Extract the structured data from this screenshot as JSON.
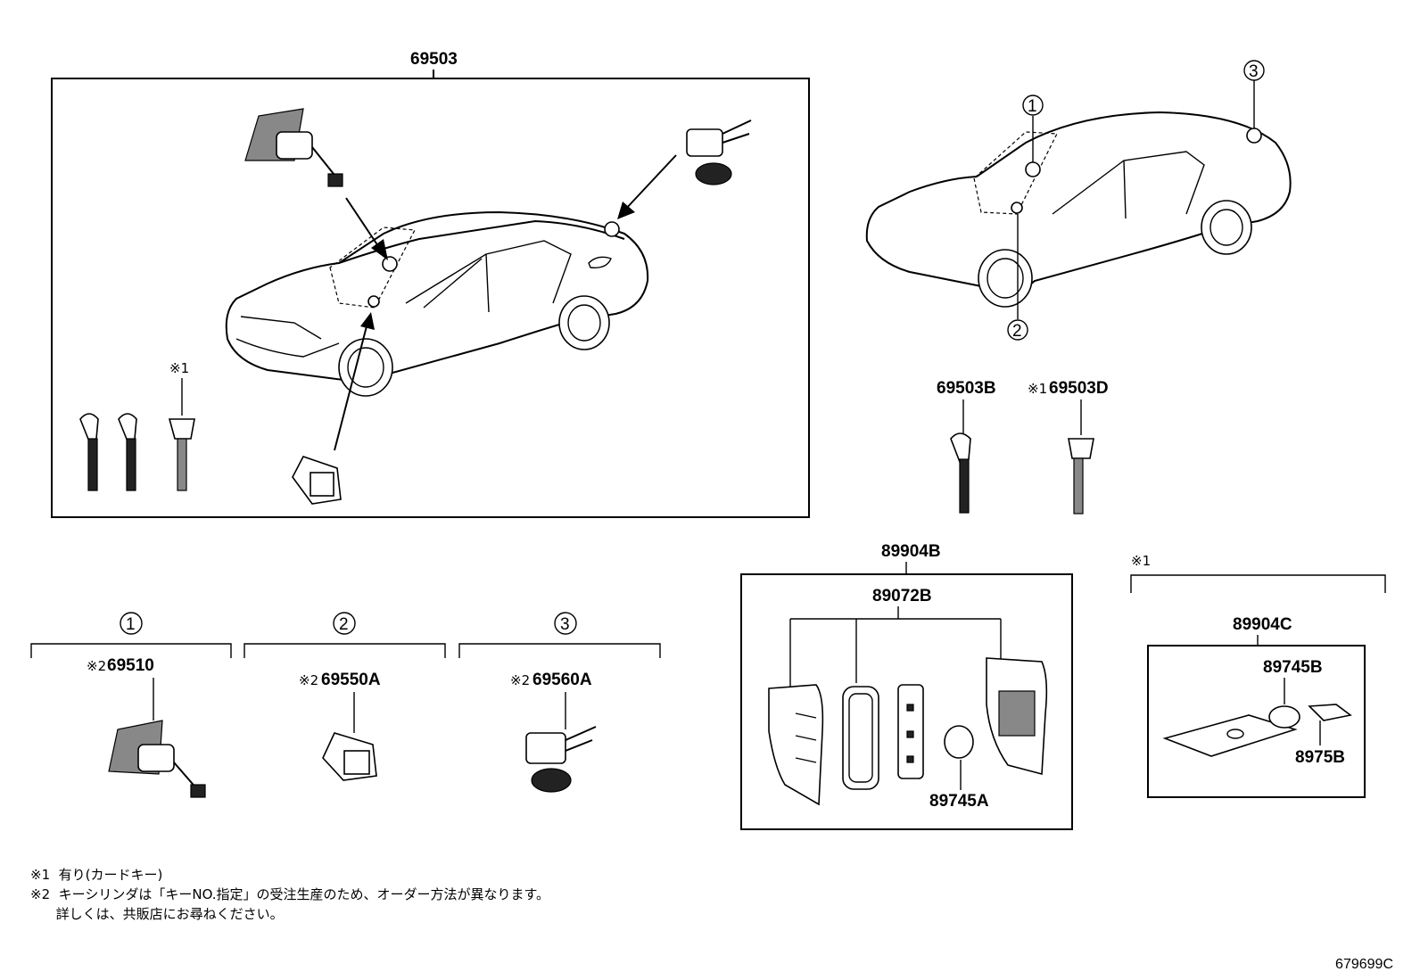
{
  "labels": {
    "assembly_main": "69503",
    "key_b": "69503B",
    "key_d_mark": "※1",
    "key_d": "69503D",
    "note_mark_left": "※1",
    "circle1": "1",
    "circle2": "2",
    "circle3": "3",
    "part1_mark": "※2",
    "part1": "69510",
    "part2_mark": "※2",
    "part2": "69550A",
    "part3_mark": "※2",
    "part3": "69560A",
    "smartkey_assy": "89904B",
    "smartkey_sub": "89072B",
    "battery_a": "89745A",
    "card_mark": "※1",
    "card_assy": "89904C",
    "battery_b": "89745B",
    "card_part": "8975B"
  },
  "notes": [
    "※1  有り(カードキー)",
    "※2  キーシリンダは「キーNO.指定」の受注生産のため、オーダー方法が異なります。",
    "      詳しくは、共販店にお尋ねください。"
  ],
  "drawing_code": "679699C"
}
